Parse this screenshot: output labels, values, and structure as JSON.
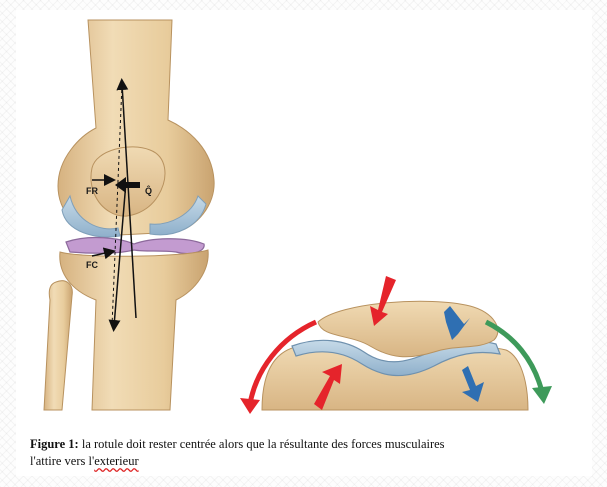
{
  "figure": {
    "labels": {
      "fr": "FR",
      "q": "Q̂",
      "fc": "FC"
    },
    "caption": {
      "prefix": "Figure 1:",
      "line1": " la rotule doit rester centrée alors que la résultante des forces musculaires",
      "line2_start": "l'attire vers l'",
      "line2_err": "exterieur"
    },
    "colors": {
      "bone": "#e9cfa3",
      "bone_shadow": "#c9a574",
      "cartilage": "#a9c3d8",
      "meniscus": "#b690c2",
      "arrow_red": "#e5242b",
      "arrow_blue": "#2f6fb2",
      "arrow_green": "#3e9a5a"
    }
  }
}
